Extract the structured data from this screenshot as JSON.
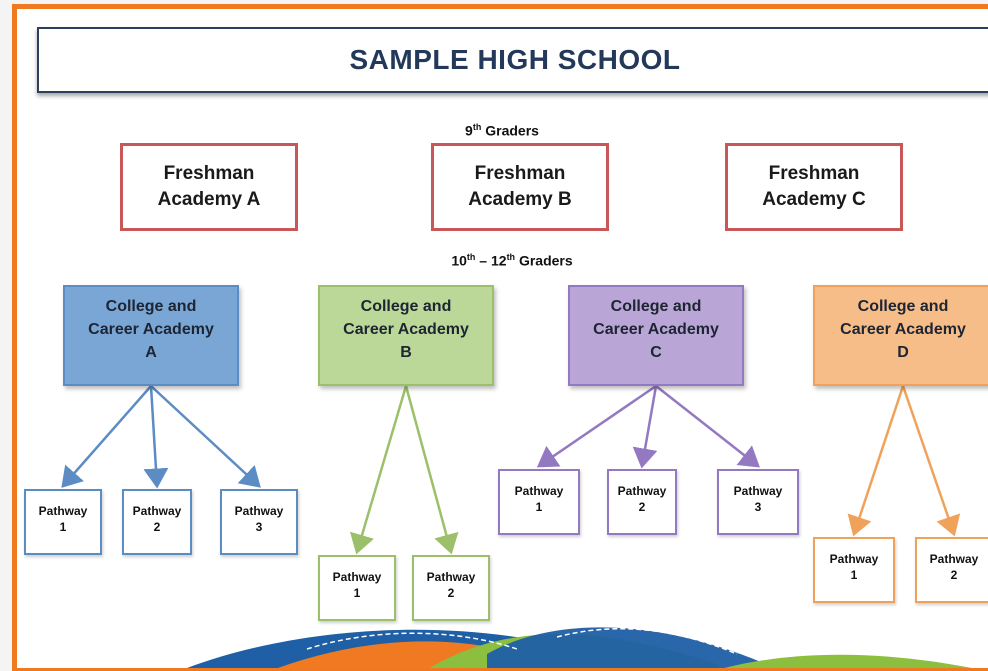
{
  "title": "SAMPLE HIGH SCHOOL",
  "grade_9_label": "9th Graders",
  "grade_10_12_label": "10th – 12th Graders",
  "freshman": [
    {
      "line1": "Freshman",
      "line2": "Academy A"
    },
    {
      "line1": "Freshman",
      "line2": "Academy B"
    },
    {
      "line1": "Freshman",
      "line2": "Academy C"
    }
  ],
  "academies": [
    {
      "line1": "College and",
      "line2": "Career Academy",
      "line3": "A",
      "color": "#7aa6d6",
      "border": "#5b8cc4",
      "pathways": [
        {
          "label": "Pathway",
          "num": "1"
        },
        {
          "label": "Pathway",
          "num": "2"
        },
        {
          "label": "Pathway",
          "num": "3"
        }
      ]
    },
    {
      "line1": "College and",
      "line2": "Career Academy",
      "line3": "B",
      "color": "#bcd898",
      "border": "#9cc06a",
      "pathways": [
        {
          "label": "Pathway",
          "num": "1"
        },
        {
          "label": "Pathway",
          "num": "2"
        }
      ]
    },
    {
      "line1": "College and",
      "line2": "Career Academy",
      "line3": "C",
      "color": "#b9a6d6",
      "border": "#9379c1",
      "pathways": [
        {
          "label": "Pathway",
          "num": "1"
        },
        {
          "label": "Pathway",
          "num": "2"
        },
        {
          "label": "Pathway",
          "num": "3"
        }
      ]
    },
    {
      "line1": "College and",
      "line2": "Career Academy",
      "line3": "D",
      "color": "#f6bd88",
      "border": "#f0a25a",
      "pathways": [
        {
          "label": "Pathway",
          "num": "1"
        },
        {
          "label": "Pathway",
          "num": "2"
        }
      ]
    }
  ],
  "colors": {
    "frame_border": "#f0791f",
    "title_border": "#2c3f5b",
    "freshman_border": "#c9575a"
  }
}
